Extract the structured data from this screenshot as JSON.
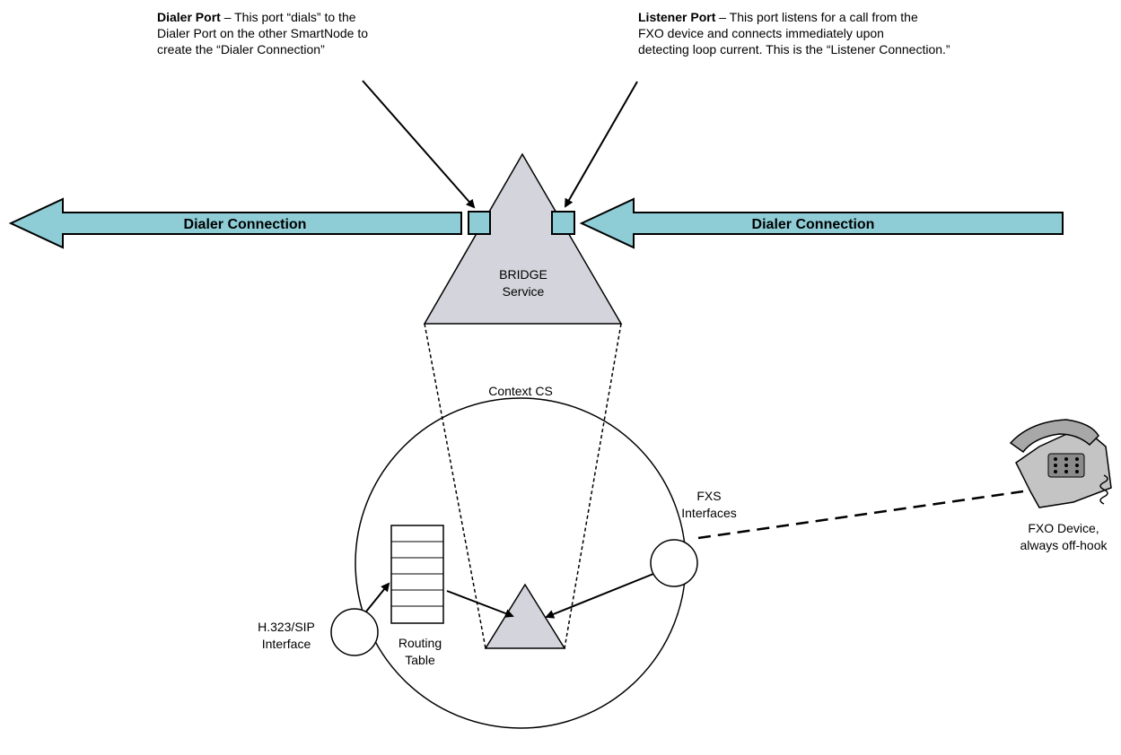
{
  "annotations": {
    "dialer_port": {
      "title": "Dialer Port",
      "lines": [
        " – This port “dials” to the",
        "Dialer Port on the other SmartNode to",
        "create the “Dialer Connection”"
      ]
    },
    "listener_port": {
      "title": "Listener Port",
      "lines": [
        " – This port listens for a call from the",
        "FXO device and connects immediately upon",
        "detecting loop current. This is the “Listener Connection.”"
      ]
    }
  },
  "connections": {
    "left_label": "Dialer Connection",
    "right_label": "Dialer Connection"
  },
  "bridge": {
    "line1": "BRIDGE",
    "line2": "Service"
  },
  "context": {
    "label": "Context CS"
  },
  "interfaces": {
    "h323_line1": "H.323/SIP",
    "h323_line2": "Interface",
    "routing_line1": "Routing",
    "routing_line2": "Table",
    "fxs_line1": "FXS",
    "fxs_line2": "Interfaces"
  },
  "device": {
    "line1": "FXO Device,",
    "line2": "always off-hook"
  },
  "colors": {
    "arrow_fill": "#8ecdd6",
    "shape_fill": "#d4d4dc",
    "stroke": "#000000"
  },
  "icons": {
    "telephone": "telephone-icon"
  }
}
